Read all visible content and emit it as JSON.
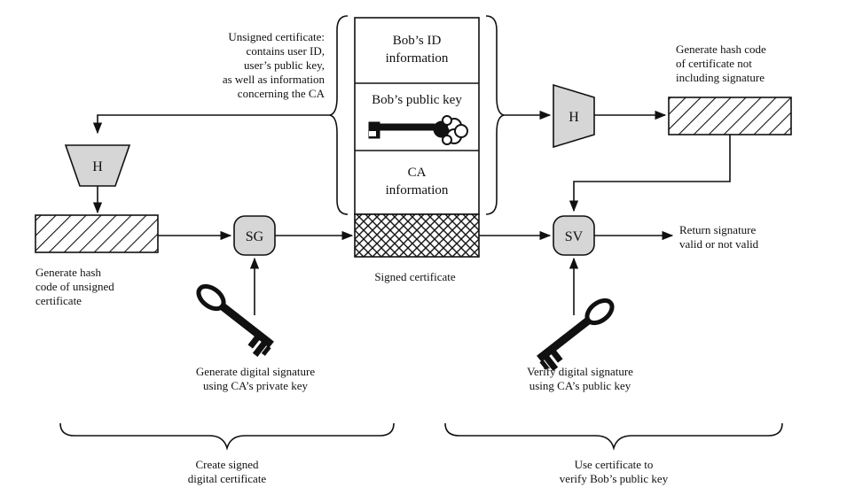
{
  "certificate": {
    "id_info": [
      "Bob’s ID",
      "information"
    ],
    "public_key_label": "Bob’s public key",
    "ca_info": [
      "CA",
      "information"
    ],
    "signed_label": "Signed certificate"
  },
  "unsigned_note": [
    "Unsigned certificate:",
    "contains user ID,",
    "user’s public key,",
    "as well as information",
    "concerning the CA"
  ],
  "hash_left_note": [
    "Generate hash",
    "code of unsigned",
    "certificate"
  ],
  "hash_right_note": [
    "Generate hash code",
    "of certificate not",
    "including signature"
  ],
  "functions": {
    "hash_left": "H",
    "hash_right": "H",
    "sign": "SG",
    "verify": "SV"
  },
  "sign_note": [
    "Generate digital signature",
    "using CA’s private key"
  ],
  "verify_note": [
    "Verify digital signature",
    "using CA’s public key"
  ],
  "result_note": [
    "Return signature",
    "valid or not valid"
  ],
  "sections": {
    "left": [
      "Create signed",
      "digital certificate"
    ],
    "right": [
      "Use certificate to",
      "verify Bob’s public key"
    ]
  },
  "icons": {
    "private_key": "key-icon",
    "public_key": "key-icon",
    "cert_key": "key-icon"
  }
}
